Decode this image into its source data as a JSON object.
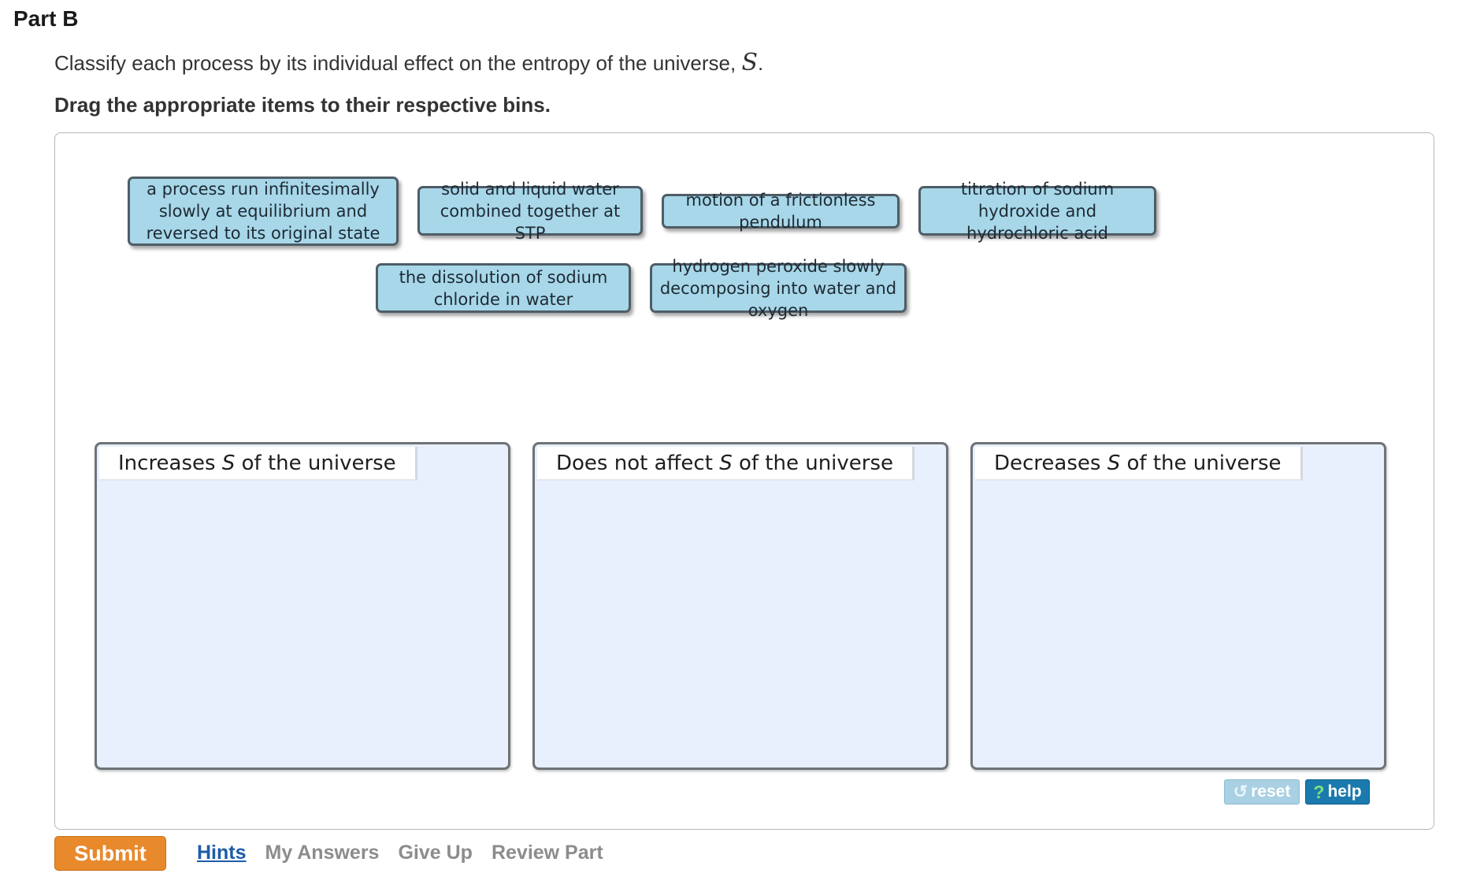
{
  "part_title": "Part B",
  "instruction": {
    "text": "Classify each process by its individual effect on the entropy of the universe, ",
    "symbol": "S",
    "end": "."
  },
  "drag_instruction": "Drag the appropriate items to their respective bins.",
  "items": [
    "a process run infinitesimally slowly at equilibrium and reversed to its original state",
    "solid and liquid water combined together at STP",
    "motion of a frictionless pendulum",
    "titration of sodium hydroxide and hydrochloric acid",
    "the dissolution of sodium chloride in water",
    "hydrogen peroxide slowly decomposing into water and oxygen"
  ],
  "bins": [
    {
      "prefix": "Increases ",
      "symbol": "S",
      "suffix": " of the universe"
    },
    {
      "prefix": "Does not affect ",
      "symbol": "S",
      "suffix": " of the universe"
    },
    {
      "prefix": "Decreases ",
      "symbol": "S",
      "suffix": " of the universe"
    }
  ],
  "buttons": {
    "reset_icon": "↺",
    "reset": "reset",
    "help_icon": "?",
    "help": "help",
    "submit": "Submit"
  },
  "links": {
    "hints": "Hints",
    "my_answers": "My Answers",
    "give_up": "Give Up",
    "review_part": "Review Part"
  }
}
